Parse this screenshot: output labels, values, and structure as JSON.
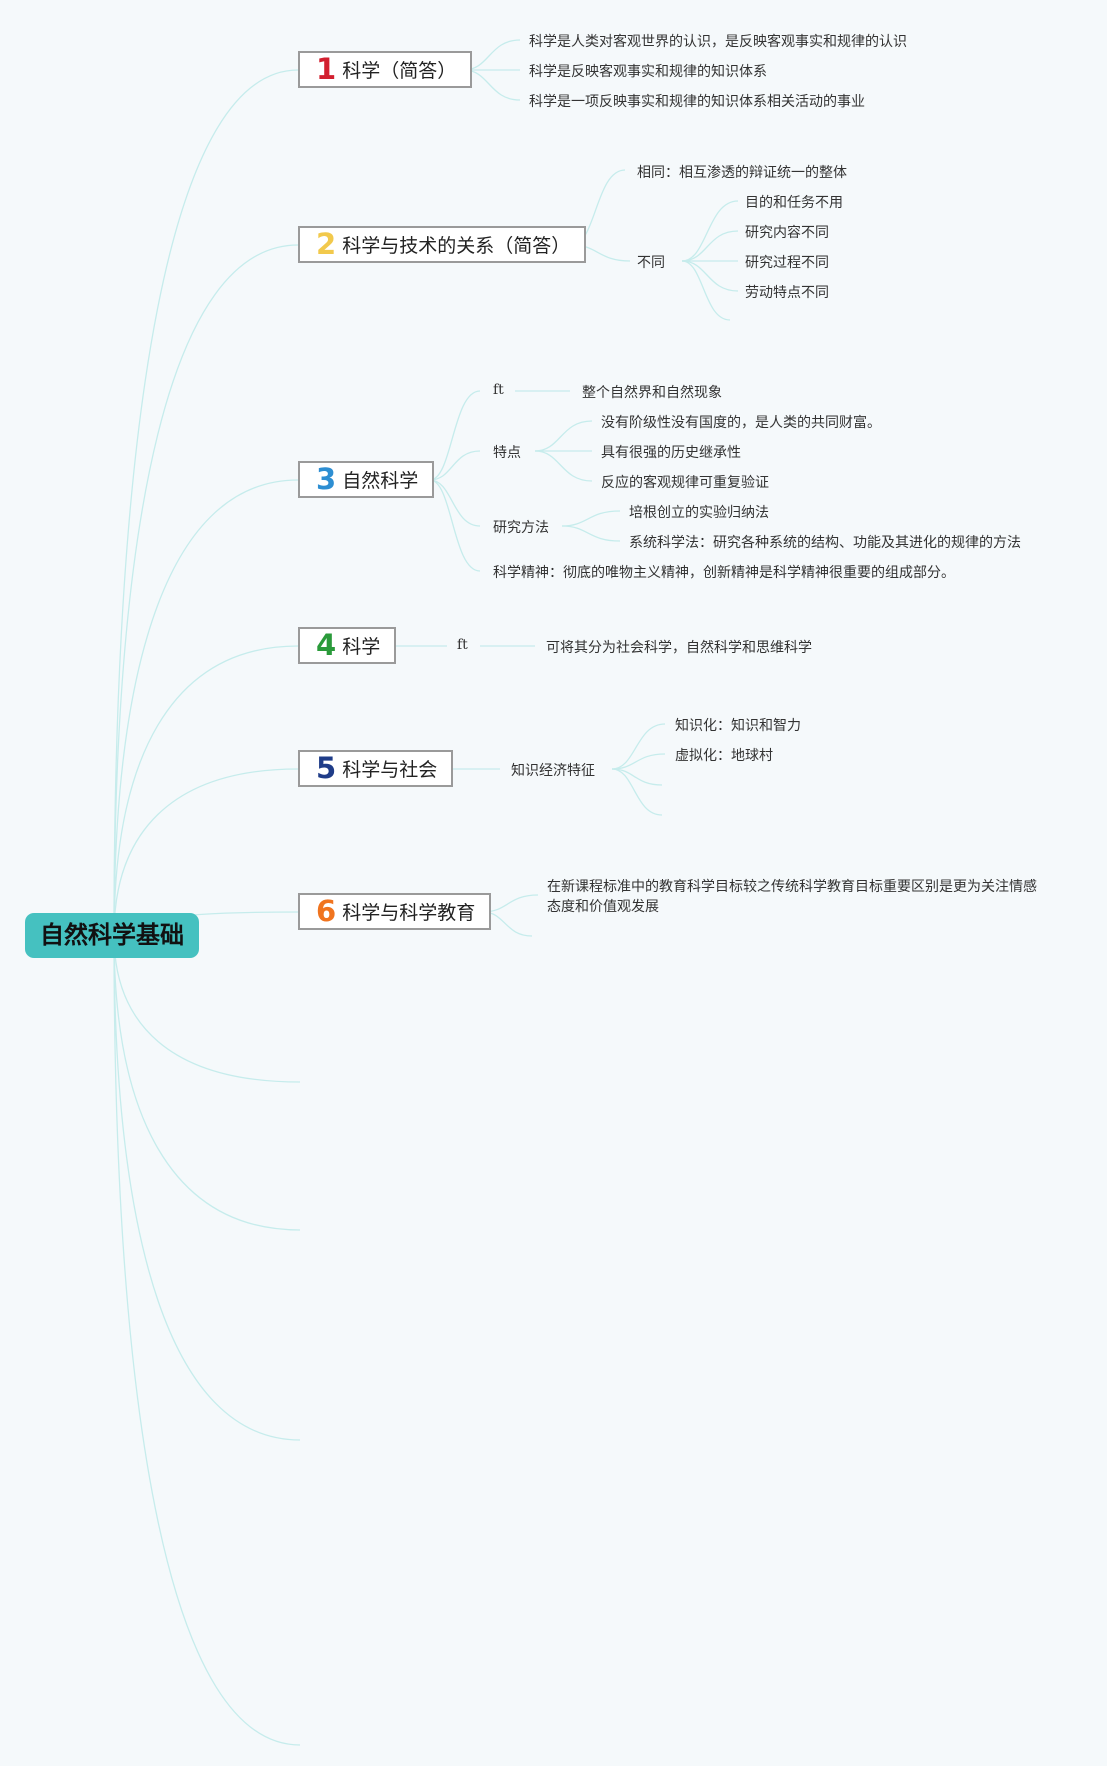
{
  "root": {
    "label": "自然科学基础"
  },
  "colors": {
    "root_fill": "#45c1c0",
    "connector": "#c6ecec",
    "branch_border": "#9a9a9a",
    "num_1": "#d21f2f",
    "num_2": "#f2c94c",
    "num_3": "#2d8ed2",
    "num_4": "#2a9a3a",
    "num_5": "#1f3c88",
    "num_6": "#f0741f"
  },
  "branches": [
    {
      "num": "1",
      "label": "科学（简答）",
      "children": [
        "科学是人类对客观世界的认识，是反映客观事实和规律的认识",
        "科学是反映客观事实和规律的知识体系",
        "科学是一项反映事实和规律的知识体系相关活动的事业"
      ]
    },
    {
      "num": "2",
      "label": "科学与技术的关系（简答）",
      "same": "相同：相互渗透的辩证统一的整体",
      "diff": "不同",
      "diff_items": [
        "目的和任务不用",
        "研究内容不同",
        "研究过程不同",
        "劳动特点不同"
      ]
    },
    {
      "num": "3",
      "label": "自然科学",
      "ft": "ft",
      "ft_text": "整个自然界和自然现象",
      "feature": "特点",
      "feature_items": [
        "没有阶级性没有国度的，是人类的共同财富。",
        "具有很强的历史继承性",
        "反应的客观规律可重复验证"
      ],
      "method": "研究方法",
      "method_items": [
        "培根创立的实验归纳法",
        "系统科学法：研究各种系统的结构、功能及其进化的规律的方法"
      ],
      "spirit": "科学精神：彻底的唯物主义精神，创新精神是科学精神很重要的组成部分。"
    },
    {
      "num": "4",
      "label": "科学",
      "ft": "ft",
      "ft_text": "可将其分为社会科学，自然科学和思维科学"
    },
    {
      "num": "5",
      "label": "科学与社会",
      "topic": "知识经济特征",
      "items": [
        "知识化：知识和智力",
        "虚拟化：地球村"
      ]
    },
    {
      "num": "6",
      "label": "科学与科学教育",
      "text": "在新课程标准中的教育科学目标较之传统科学教育目标重要区别是更为关注情感态度和价值观发展"
    }
  ]
}
